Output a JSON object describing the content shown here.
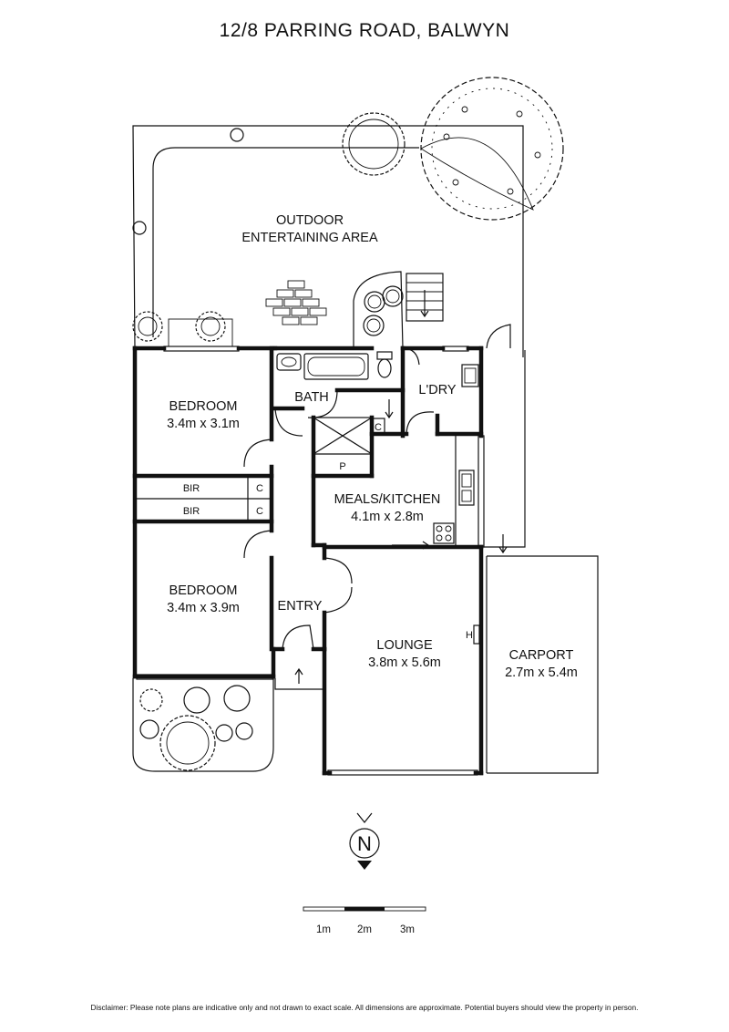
{
  "title": "12/8 PARRING ROAD, BALWYN",
  "rooms": {
    "outdoor_line1": "OUTDOOR",
    "outdoor_line2": "ENTERTAINING AREA",
    "bedroom1_name": "BEDROOM",
    "bedroom1_size": "3.4m x 3.1m",
    "bath": "BATH",
    "laundry": "L'DRY",
    "bir1": "BIR",
    "bir2": "BIR",
    "c1": "C",
    "c2": "C",
    "c3": "C",
    "pantry": "P",
    "meals_name": "MEALS/KITCHEN",
    "meals_size": "4.1m x 2.8m",
    "bedroom2_name": "BEDROOM",
    "bedroom2_size": "3.4m x 3.9m",
    "entry": "ENTRY",
    "heater": "H",
    "lounge_name": "LOUNGE",
    "lounge_size": "3.8m x 5.6m",
    "carport_name": "CARPORT",
    "carport_size": "2.7m x 5.4m"
  },
  "compass": {
    "letter": "N"
  },
  "scale_bar": {
    "labels": [
      "1m",
      "2m",
      "3m"
    ]
  },
  "disclaimer": "Disclaimer: Please note plans are indicative only and not drawn to exact scale. All dimensions are approximate. Potential buyers should view the property in person.",
  "colors": {
    "line": "#111111",
    "background": "#ffffff"
  }
}
